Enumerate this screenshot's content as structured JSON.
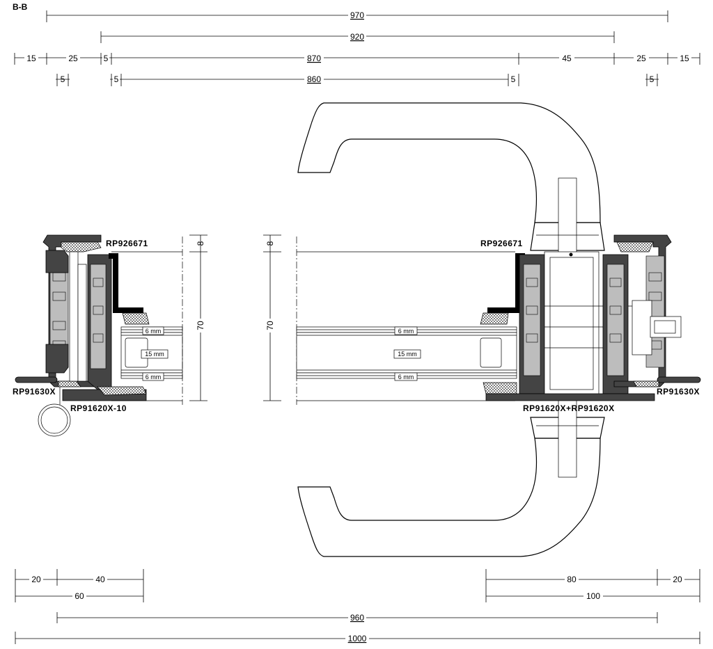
{
  "title": "B-B",
  "dimensions": {
    "top_row1": "970",
    "top_row2": "920",
    "top_row3": [
      "15",
      "25",
      "5",
      "870",
      "45",
      "25",
      "15"
    ],
    "top_row4": [
      "5",
      "5",
      "860",
      "5",
      "5"
    ],
    "bottom_left_row1": [
      "20",
      "40"
    ],
    "bottom_left_row2": "60",
    "bottom_right_row1": [
      "80",
      "20"
    ],
    "bottom_right_row2": "100",
    "bottom_row3": "960",
    "bottom_row4": "1000",
    "left_height_small": "8",
    "left_height_big": "70",
    "right_height_small": "8",
    "right_height_big": "70"
  },
  "labels": {
    "left_top": "RP926671",
    "left_side": "RP91630X",
    "left_bottom": "RP91620X-10",
    "right_top": "RP926671",
    "right_side": "RP91630X",
    "right_bottom": "RP91620X+RP91620X"
  },
  "glass": {
    "left_top": "6 mm",
    "left_mid": "15 mm",
    "left_bottom": "6 mm",
    "right_top": "6 mm",
    "right_mid": "15 mm",
    "right_bottom": "6 mm"
  },
  "colors": {
    "line": "#000000",
    "profile_dark": "#444444",
    "profile_light": "#bdbdbd",
    "background": "#ffffff"
  }
}
